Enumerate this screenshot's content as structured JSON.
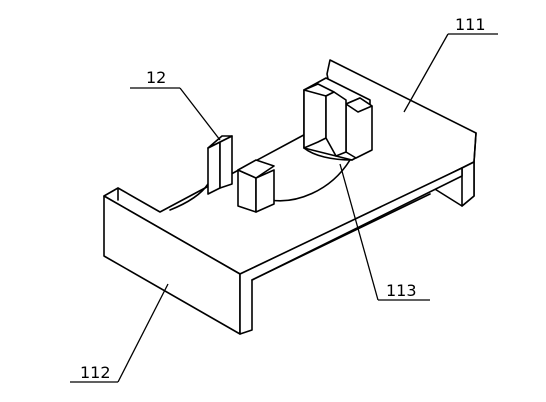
{
  "labels": {
    "part_111": "111",
    "part_112": "112",
    "part_12": "12",
    "part_113": "113"
  },
  "colors": {
    "line": "#000000",
    "background": "#ffffff"
  }
}
